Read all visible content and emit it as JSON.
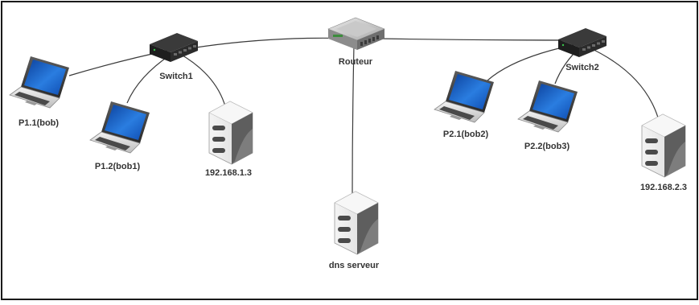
{
  "diagram": {
    "nodes": {
      "routeur": {
        "label": "Routeur",
        "kind": "router",
        "icon": "router-icon"
      },
      "switch1": {
        "label": "Switch1",
        "kind": "switch",
        "icon": "switch-icon"
      },
      "switch2": {
        "label": "Switch2",
        "kind": "switch",
        "icon": "switch-icon"
      },
      "p11": {
        "label": "P1.1(bob)",
        "kind": "laptop",
        "icon": "laptop-icon"
      },
      "p12": {
        "label": "P1.2(bob1)",
        "kind": "laptop",
        "icon": "laptop-icon"
      },
      "srv1": {
        "label": "192.168.1.3",
        "kind": "server",
        "icon": "server-icon"
      },
      "dns": {
        "label": "dns serveur",
        "kind": "server",
        "icon": "server-icon"
      },
      "p21": {
        "label": "P2.1(bob2)",
        "kind": "laptop",
        "icon": "laptop-icon"
      },
      "p22": {
        "label": "P2.2(bob3)",
        "kind": "laptop",
        "icon": "laptop-icon"
      },
      "srv2": {
        "label": "192.168.2.3",
        "kind": "server",
        "icon": "server-icon"
      }
    },
    "links": [
      [
        "switch1",
        "routeur"
      ],
      [
        "routeur",
        "switch2"
      ],
      [
        "routeur",
        "dns"
      ],
      [
        "switch1",
        "p11"
      ],
      [
        "switch1",
        "p12"
      ],
      [
        "switch1",
        "srv1"
      ],
      [
        "switch2",
        "p21"
      ],
      [
        "switch2",
        "p22"
      ],
      [
        "switch2",
        "srv2"
      ]
    ]
  },
  "colors": {
    "border": "#1a1a1a",
    "link": "#3a3a3a",
    "screen": "#1f63c8",
    "device_dark": "#2b2b2b",
    "server_body": "#e9e9e9",
    "server_shade": "#6a6a6a"
  }
}
